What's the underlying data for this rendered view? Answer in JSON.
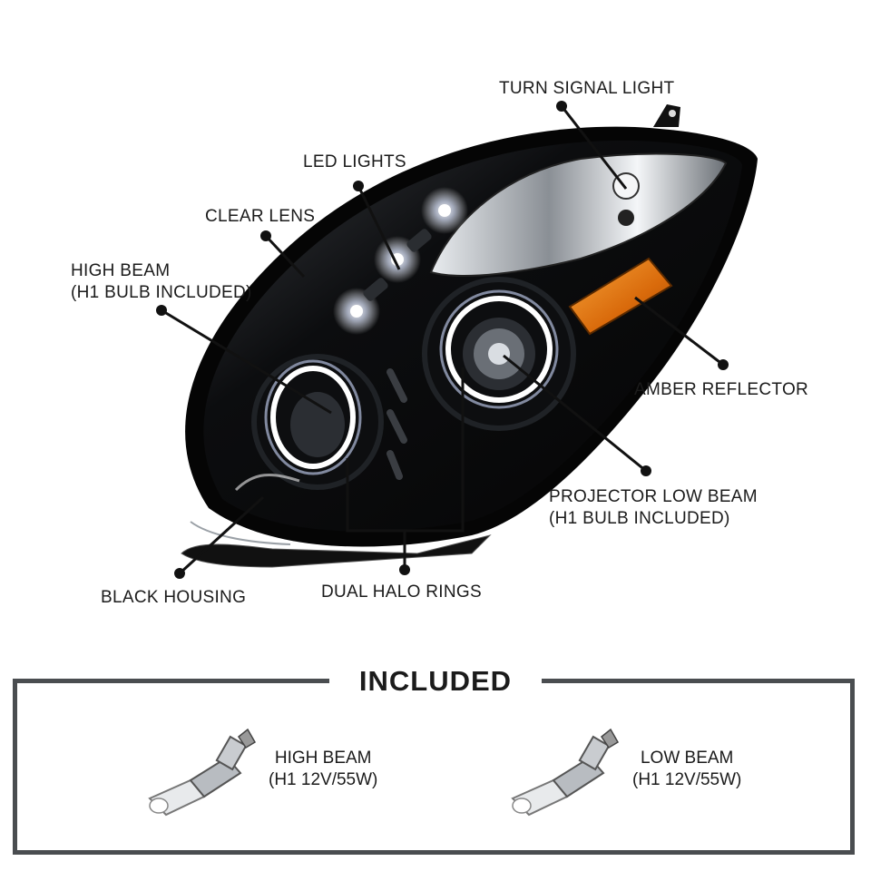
{
  "callouts": {
    "turn_signal": "TURN SIGNAL LIGHT",
    "led_lights": "LED LIGHTS",
    "clear_lens": "CLEAR LENS",
    "high_beam_line1": "HIGH BEAM",
    "high_beam_line2": "(H1 BULB INCLUDED)",
    "amber_reflector": "AMBER REFLECTOR",
    "projector_line1": "PROJECTOR LOW BEAM",
    "projector_line2": "(H1 BULB INCLUDED)",
    "black_housing": "BLACK HOUSING",
    "dual_halo": "DUAL HALO RINGS"
  },
  "included": {
    "title": "INCLUDED",
    "bulbs": [
      {
        "name": "HIGH BEAM",
        "spec": "(H1 12V/55W)"
      },
      {
        "name": "LOW BEAM",
        "spec": "(H1 12V/55W)"
      }
    ]
  },
  "colors": {
    "housing": "#0b0b0b",
    "amber": "#e07a10",
    "frame": "#4a4d50",
    "halo": "#ffffff"
  }
}
